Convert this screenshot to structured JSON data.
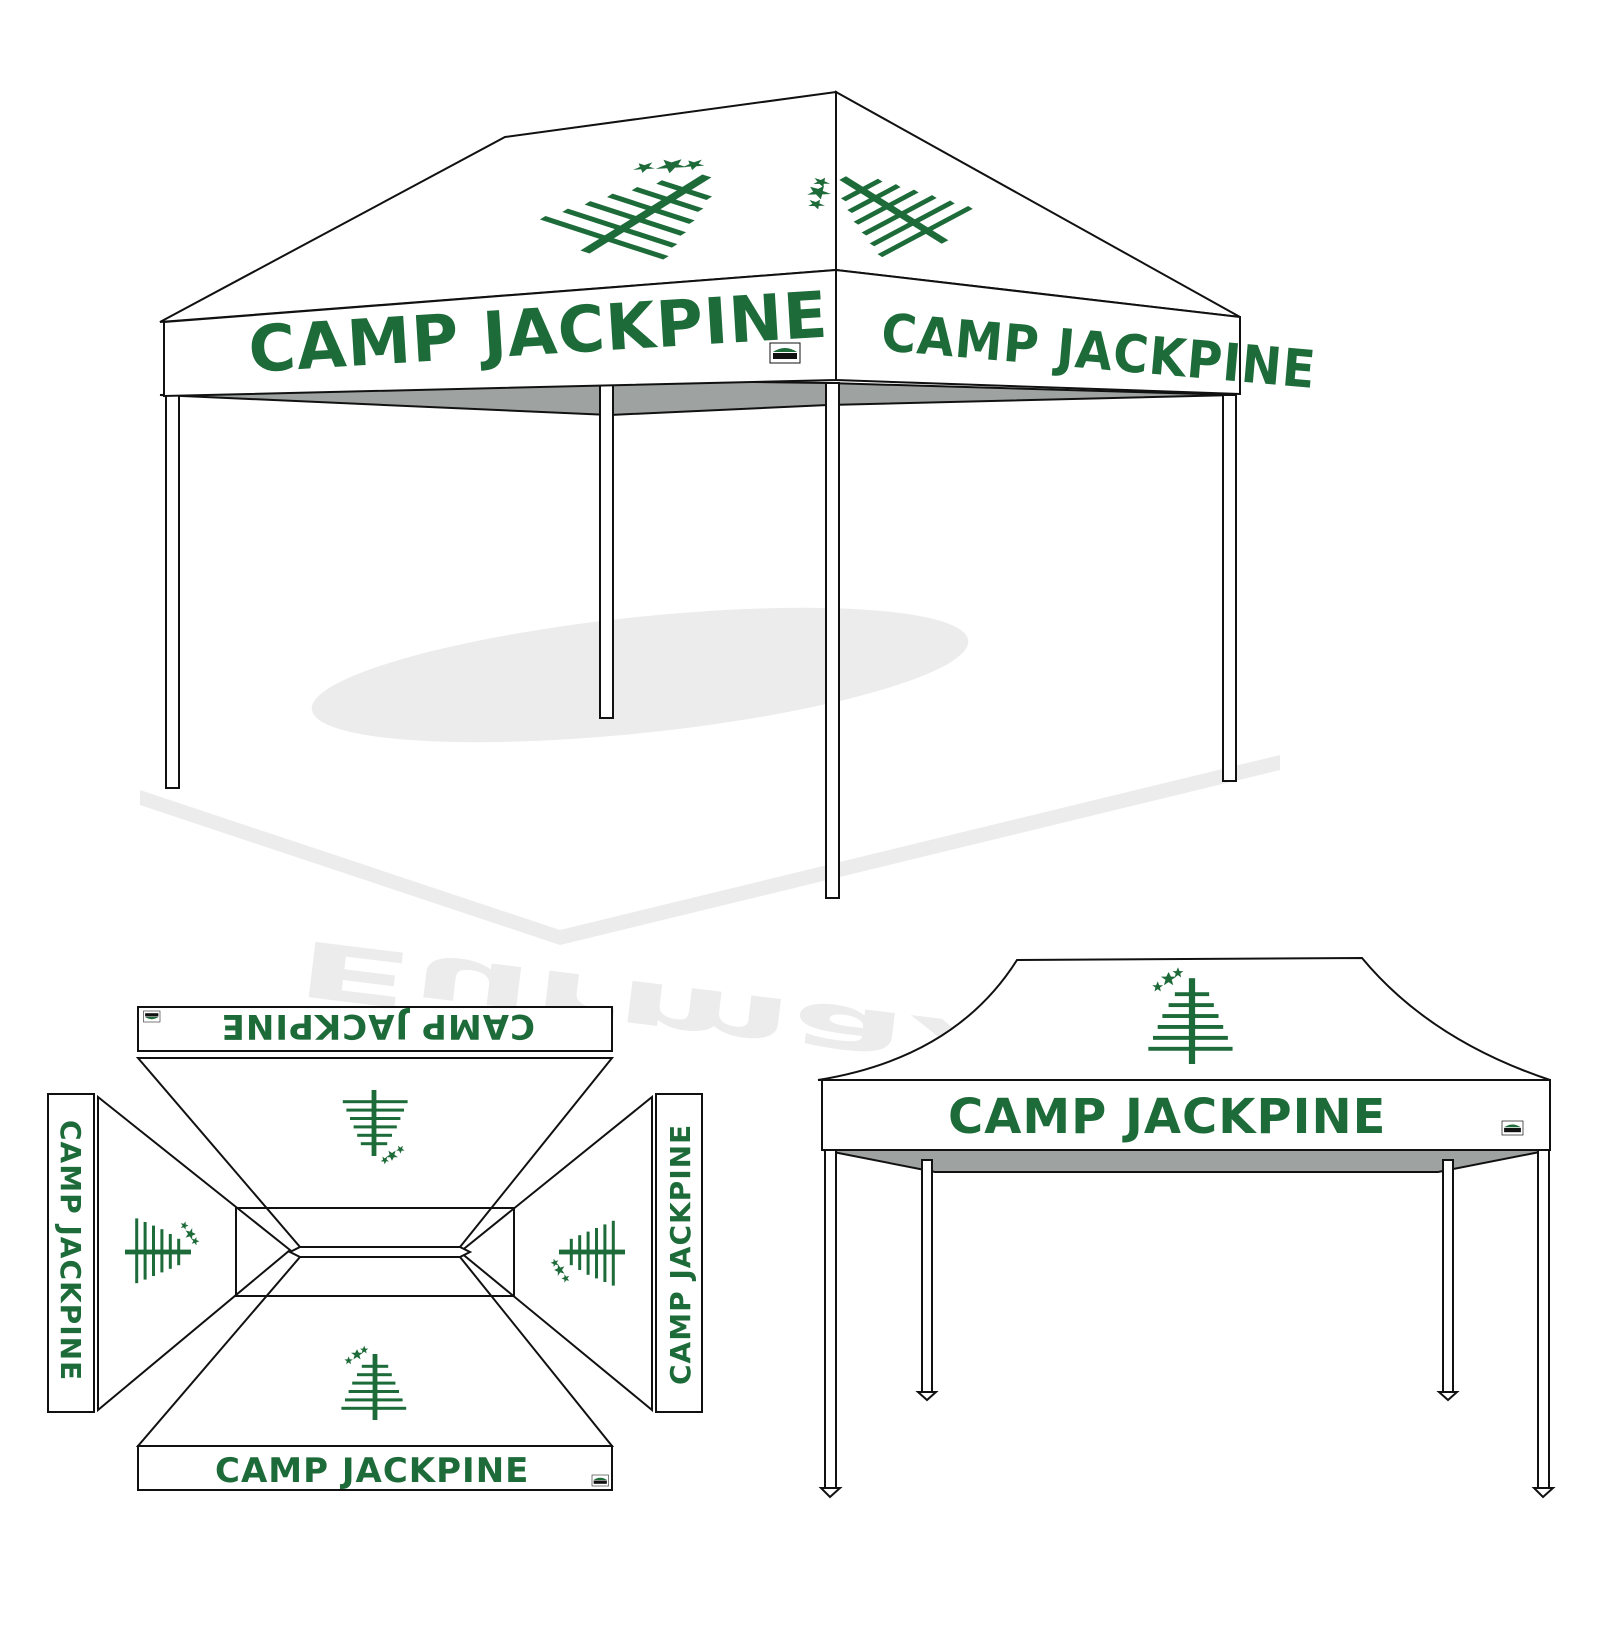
{
  "brand_name": "CAMP JACKPINE",
  "label_mark": "Eurmax",
  "watermark": "Eurmax",
  "colors": {
    "brand_green": "#1e6b3a",
    "outline": "#111111",
    "canopy_fill": "#ffffff",
    "underside": "#9ea3a2",
    "watermark": "#ececec"
  },
  "views": [
    {
      "id": "angled-view",
      "banner_count": 2
    },
    {
      "id": "flat-layout",
      "banner_count": 4
    },
    {
      "id": "front-view",
      "banner_count": 1
    }
  ]
}
